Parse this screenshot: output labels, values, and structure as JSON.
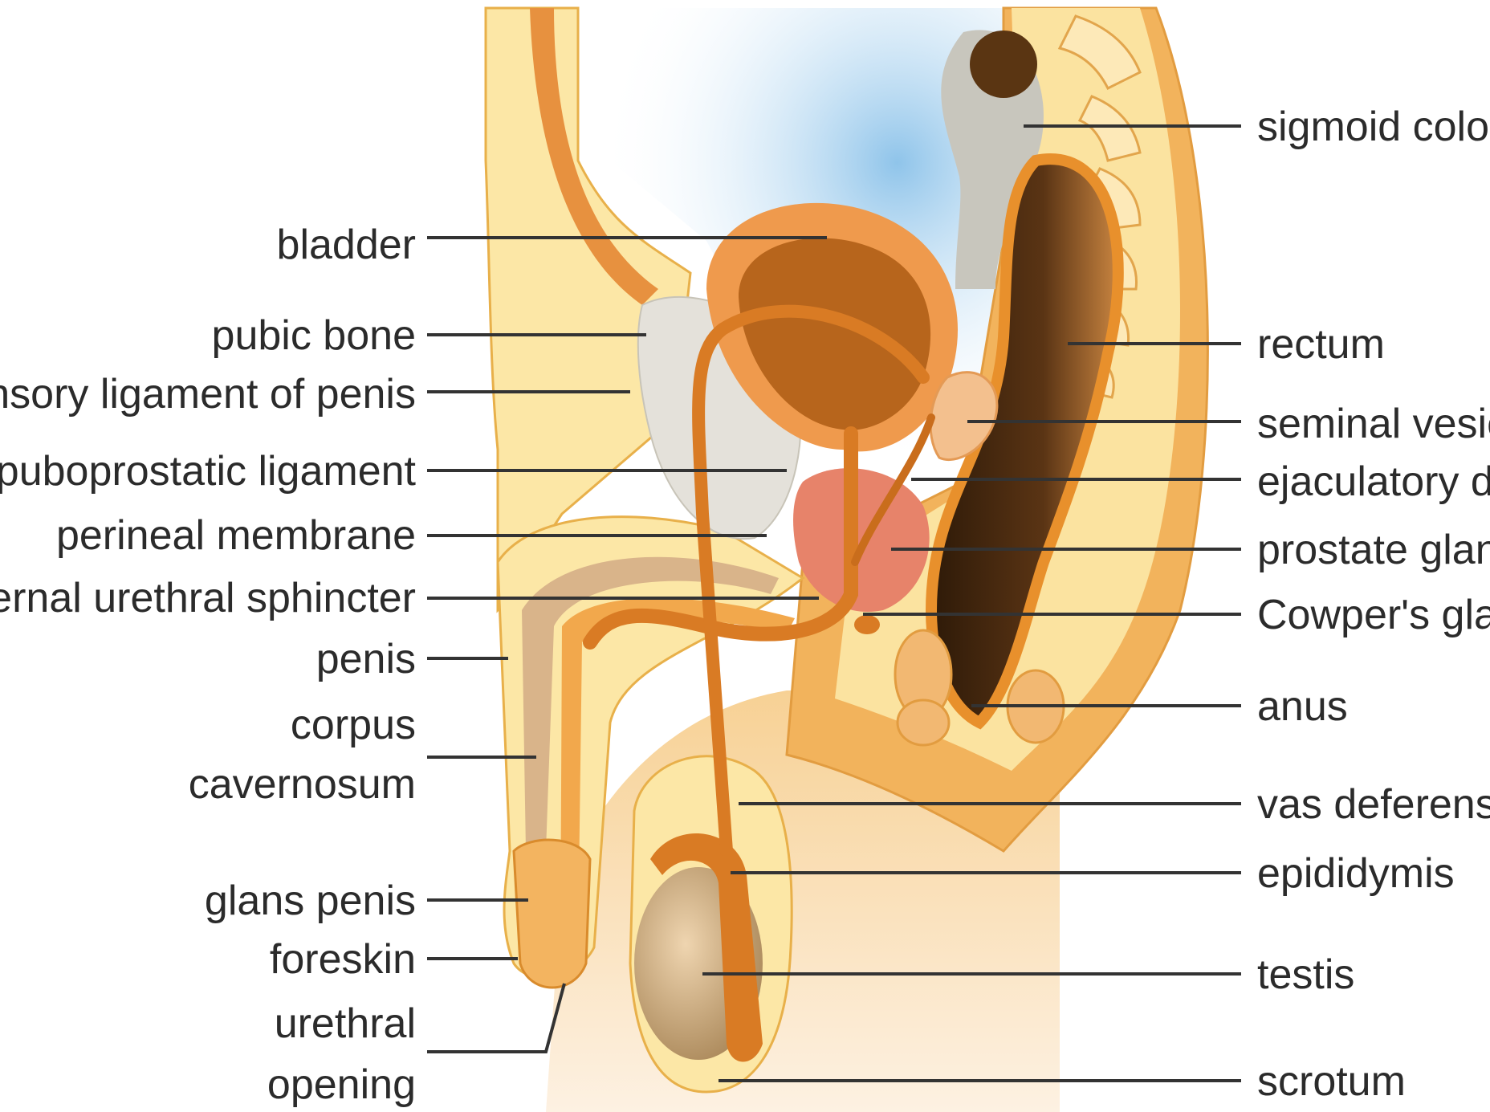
{
  "colors": {
    "skin": "#fce7a6",
    "skin_outline": "#e8b04a",
    "tissue_orange": "#f2a84c",
    "dark_orange": "#d97b24",
    "bladder_outer": "#ef9a4d",
    "bladder_inner": "#b7651c",
    "prostate": "#e7836a",
    "rectum_dark": "#4a2a10",
    "bone": "#e4e1da",
    "colon_gray": "#c8c6bd",
    "abdomen_blue": "#a9d2ee",
    "testis": "#c9a57a",
    "line": "#333333"
  },
  "labels": {
    "left": [
      {
        "text": "bladder"
      },
      {
        "text": "pubic bone"
      },
      {
        "text": "suspensory ligament of penis"
      },
      {
        "text": "puboprostatic ligament"
      },
      {
        "text": "perineal membrane"
      },
      {
        "text": "external urethral sphincter"
      },
      {
        "text": "penis"
      },
      {
        "text": "corpus",
        "text2": "cavernosum"
      },
      {
        "text": "glans penis"
      },
      {
        "text": "foreskin"
      },
      {
        "text": "urethral",
        "text2": "opening"
      }
    ],
    "right": [
      {
        "text": "sigmoid colon"
      },
      {
        "text": "rectum"
      },
      {
        "text": "seminal vesicle"
      },
      {
        "text": "ejaculatory duct"
      },
      {
        "text": "prostate gland"
      },
      {
        "text": "Cowper's gland"
      },
      {
        "text": "anus"
      },
      {
        "text": "vas deferens"
      },
      {
        "text": "epididymis"
      },
      {
        "text": "testis"
      },
      {
        "text": "scrotum"
      }
    ]
  }
}
